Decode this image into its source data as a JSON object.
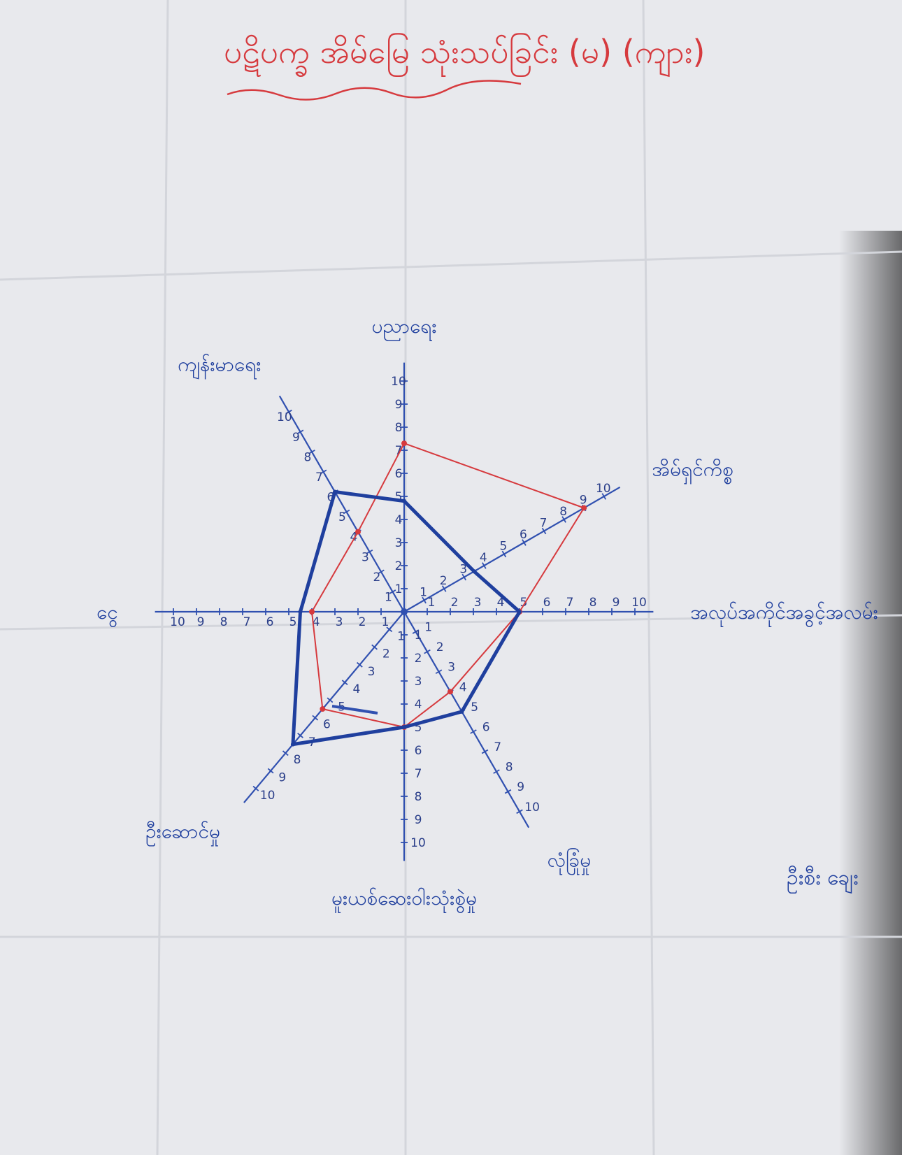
{
  "chart_data": {
    "type": "radar",
    "title": "ပဋိပက္ခ အိမ်မြေ သုံးသပ်ခြင်း (မ) (ကျား)",
    "axes": [
      {
        "label": "ပညာရေး",
        "angle_deg": 90
      },
      {
        "label": "အိမ်ရှင်ကိစ္စ",
        "angle_deg": 30
      },
      {
        "label": "အလုပ်အကိုင်အခွင့်အလမ်း",
        "angle_deg": 0
      },
      {
        "label": "လုံခြုံမှု",
        "angle_deg": -60
      },
      {
        "label": "မူးယစ်ဆေးဝါးသုံးစွဲမှု",
        "angle_deg": -90
      },
      {
        "label": "ဦးဆောင်မှု",
        "angle_deg": -130
      },
      {
        "label": "ငွေ",
        "angle_deg": 180
      },
      {
        "label": "ကျန်းမာရေး",
        "angle_deg": 120
      }
    ],
    "tick_range": [
      1,
      10
    ],
    "ticks": [
      1,
      2,
      3,
      4,
      5,
      6,
      7,
      8,
      9,
      10
    ],
    "series": [
      {
        "color": "#d63a3e",
        "values": [
          7.3,
          9,
          5,
          4,
          5,
          5.5,
          4,
          4
        ]
      },
      {
        "color": "#1f3f9e",
        "values": [
          4.8,
          3.5,
          5,
          5,
          5,
          7.5,
          4.5,
          6
        ]
      }
    ],
    "annotations": [
      "6",
      "4",
      "5",
      "9"
    ],
    "corner_note": "ဦးစီး ချေး",
    "ink_color": "#3050b0",
    "title_color": "#d63a3e",
    "paper_color": "#e9eaee"
  }
}
